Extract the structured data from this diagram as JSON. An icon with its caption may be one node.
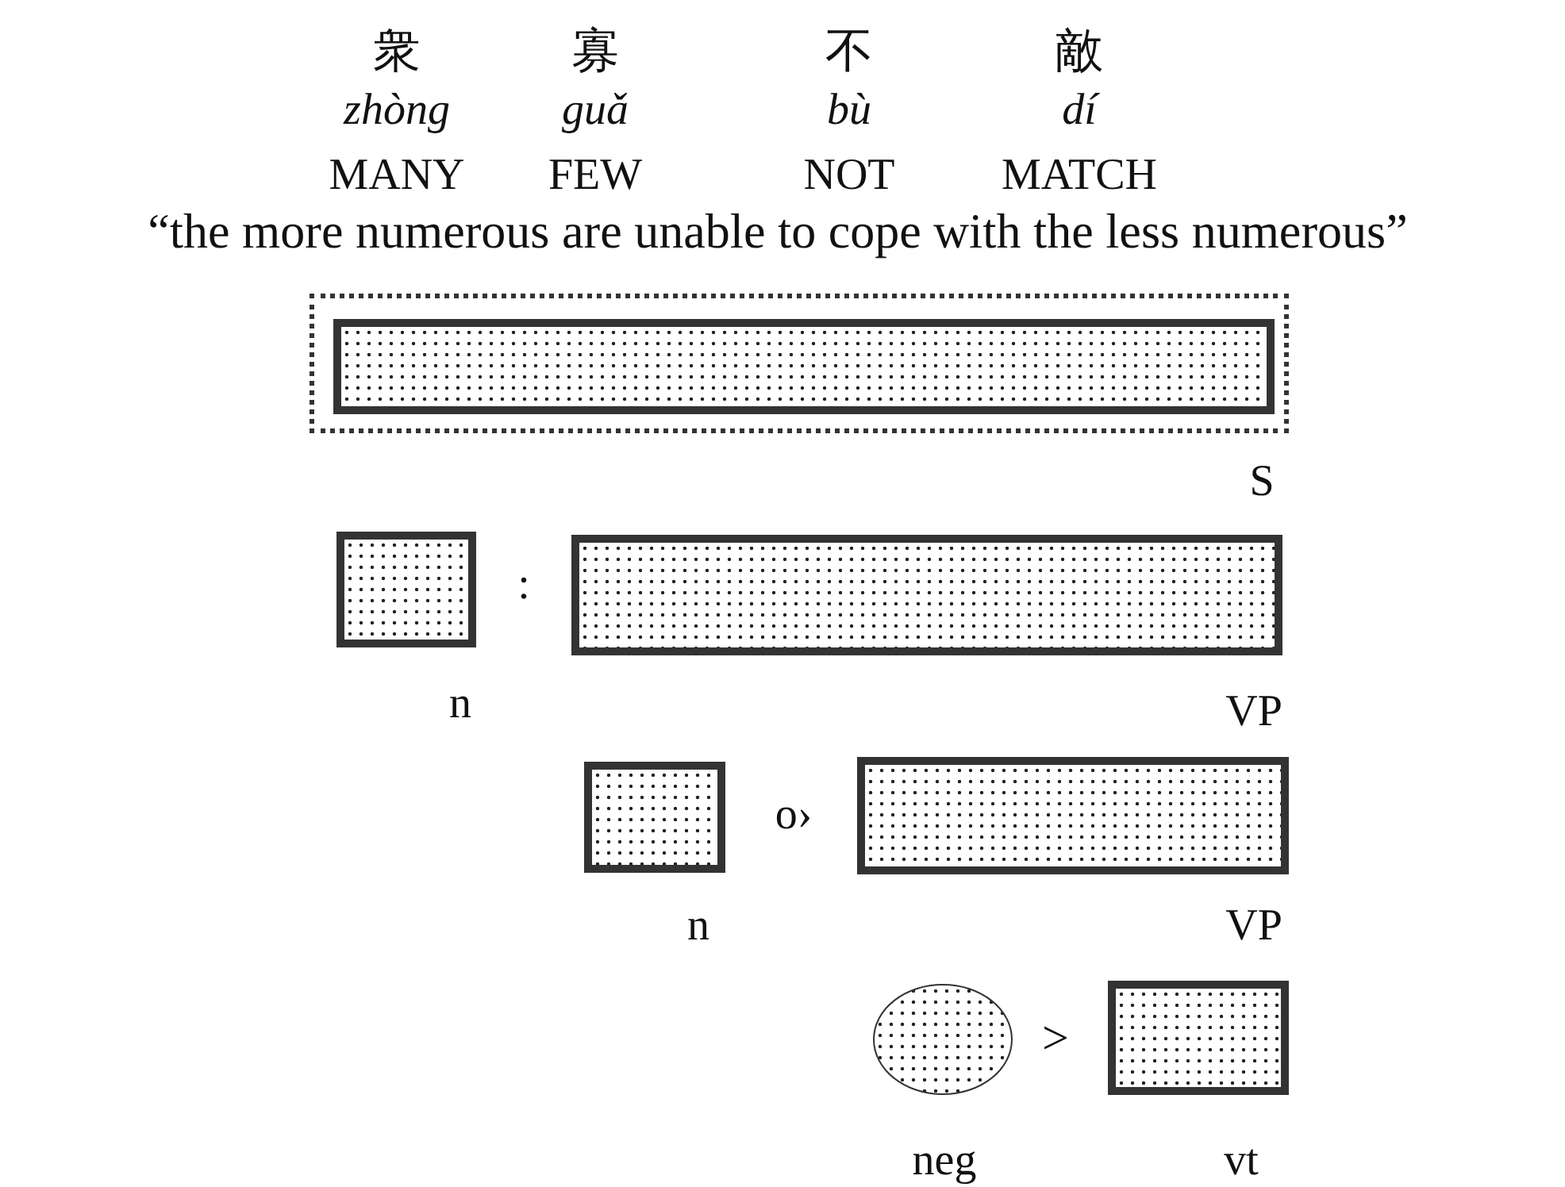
{
  "diagram": {
    "nodes": [
      {
        "text": [],
        "shape": "box"
      },
      {
        "text": [],
        "shape": "bar",
        "in": 0,
        "beside": [
          "S"
        ]
      },
      {
        "text": [],
        "shape": "box",
        "beside": [
          "n"
        ]
      },
      {
        "text": [],
        "shape": "bar",
        "beside": [
          "VP"
        ]
      },
      {
        "text": [],
        "shape": "box",
        "beside": [
          "n"
        ]
      },
      {
        "text": [],
        "shape": "bar",
        "beside": [
          "VP"
        ]
      },
      {
        "text": [],
        "shape": "ellipse",
        "beside": [
          "neg"
        ]
      },
      {
        "text": [],
        "shape": "box",
        "beside": [
          "vt"
        ]
      }
    ],
    "edges": [],
    "labels": [
      "衆",
      "寡",
      "不",
      "敵",
      "zhòng",
      "guǎ",
      "bù",
      "dí",
      "MANY",
      "FEW",
      "NOT",
      "MATCH",
      "“the more numerous are unable to cope with the less numerous”",
      ":",
      "o›",
      ">"
    ]
  }
}
